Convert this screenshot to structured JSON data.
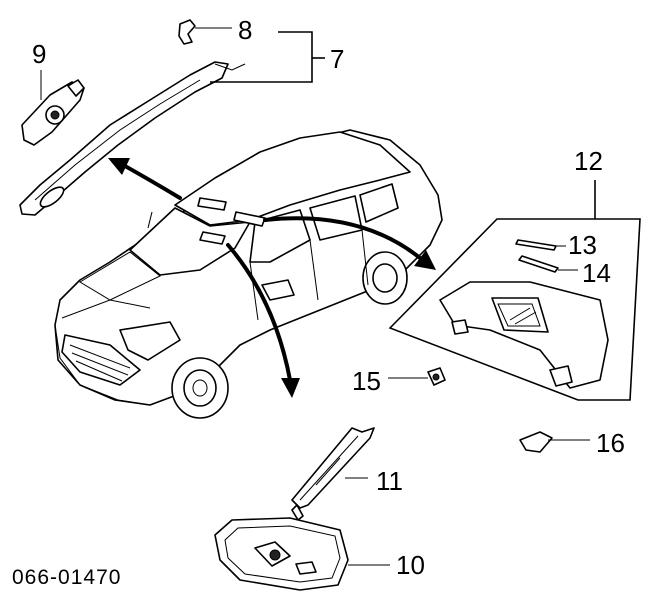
{
  "callouts": {
    "c7": "7",
    "c8": "8",
    "c9": "9",
    "c10": "10",
    "c11": "11",
    "c12": "12",
    "c13": "13",
    "c14": "14",
    "c15": "15",
    "c16": "16"
  },
  "diagram_code": "066-01470"
}
